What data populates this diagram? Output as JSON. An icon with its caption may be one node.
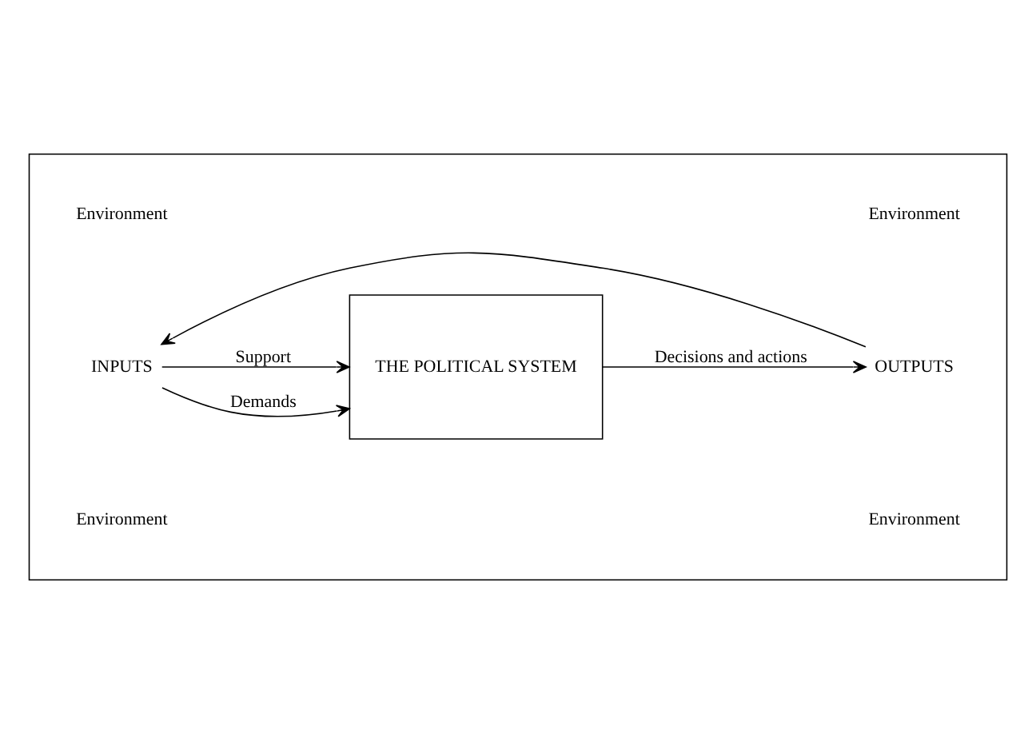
{
  "diagram": {
    "nodes": [
      {
        "text": [],
        "shape": "box"
      },
      {
        "text": [
          "INPUTS"
        ],
        "in": 0
      },
      {
        "text": [
          "THE POLITICAL SYSTEM"
        ],
        "in": 0
      },
      {
        "text": [
          "OUTPUTS"
        ],
        "in": 0
      }
    ],
    "edges": [
      {
        "from": 1,
        "to": 2,
        "arrow": "to",
        "label": "Demands"
      },
      {
        "from": 1,
        "to": 2,
        "arrow": "to",
        "label": "Support"
      },
      {
        "from": 2,
        "to": 3,
        "arrow": "to",
        "label": "Decisions and actions"
      },
      {
        "from": 3,
        "to": 1,
        "arrow": "to"
      }
    ],
    "labels": [
      "Environment",
      "Environment",
      "Environment",
      "Environment"
    ]
  }
}
